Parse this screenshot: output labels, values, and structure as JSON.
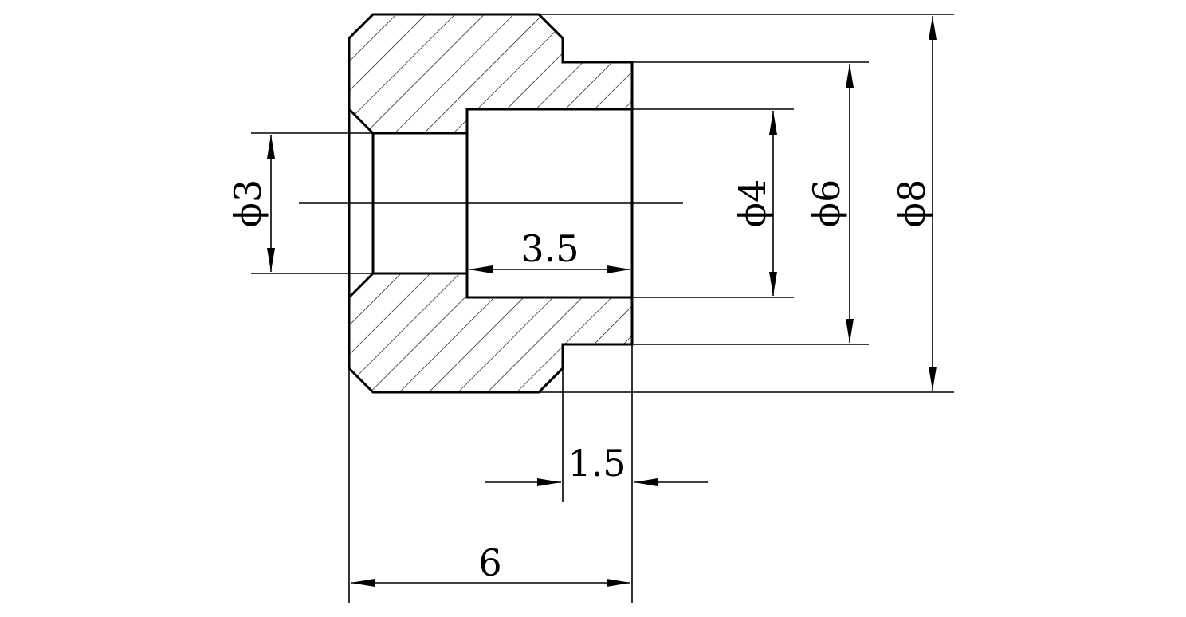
{
  "dimensions": {
    "inner_dia": "ϕ3",
    "bore_dia": "ϕ4",
    "neck_dia": "ϕ6",
    "outer_dia": "ϕ8",
    "bore_depth": "3.5",
    "neck_length": "1.5",
    "total_length": "6"
  },
  "colors": {
    "line": "#000000",
    "background": "#ffffff"
  }
}
